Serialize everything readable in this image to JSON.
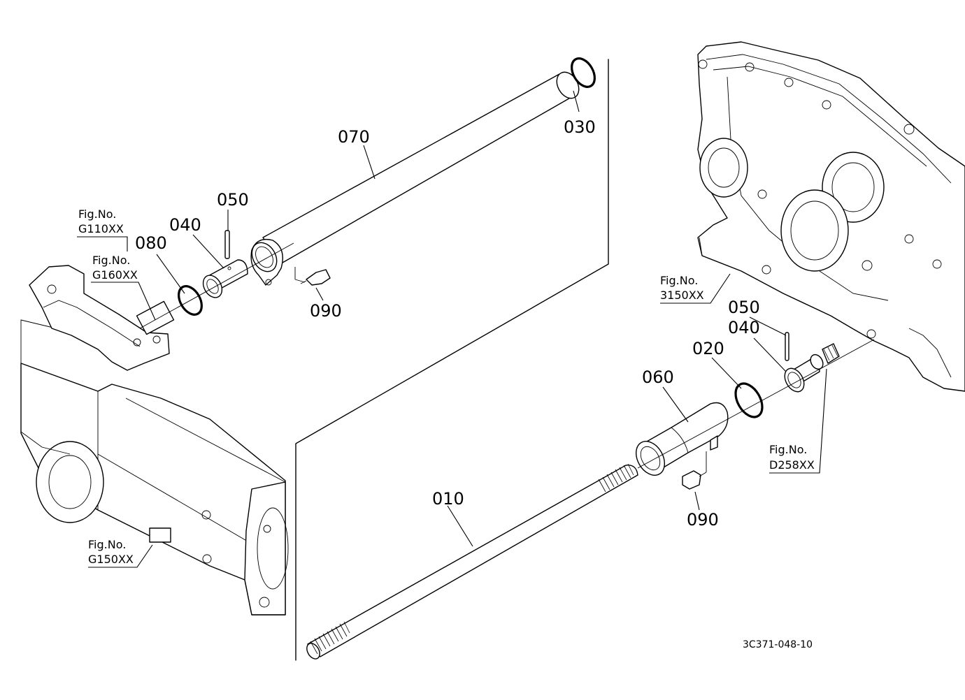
{
  "parts": {
    "p070": "070",
    "p030": "030",
    "p050_top": "050",
    "p040_top": "040",
    "p080": "080",
    "p090_top": "090",
    "p050_right": "050",
    "p040_right": "040",
    "p020": "020",
    "p060": "060",
    "p010": "010",
    "p090_bottom": "090"
  },
  "figure_refs": {
    "g110": {
      "caption": "Fig.No.",
      "code": "G110XX"
    },
    "g160": {
      "caption": "Fig.No.",
      "code": "G160XX"
    },
    "g150": {
      "caption": "Fig.No.",
      "code": "G150XX"
    },
    "f3150": {
      "caption": "Fig.No.",
      "code": "3150XX"
    },
    "d258": {
      "caption": "Fig.No.",
      "code": "D258XX"
    }
  },
  "drawing_number": "3C371-048-10"
}
